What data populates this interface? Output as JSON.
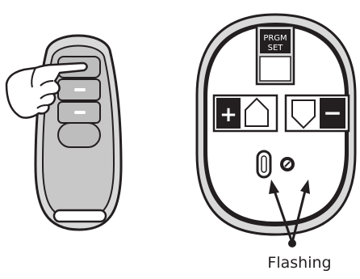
{
  "remote": {
    "buttons": [
      "button-1",
      "button-2",
      "button-3",
      "button-4"
    ]
  },
  "opener_panel": {
    "program_button_label_line1": "PRGM",
    "program_button_label_line2": "SET",
    "plus_label": "+",
    "minus_label": "−",
    "indicator_label": "Flashing"
  },
  "colors": {
    "stroke": "#231f20",
    "remote_body": "#d9d9d9",
    "remote_buttons": "#bdbdbd",
    "panel_fill": "#d9d9d9",
    "white": "#ffffff"
  }
}
